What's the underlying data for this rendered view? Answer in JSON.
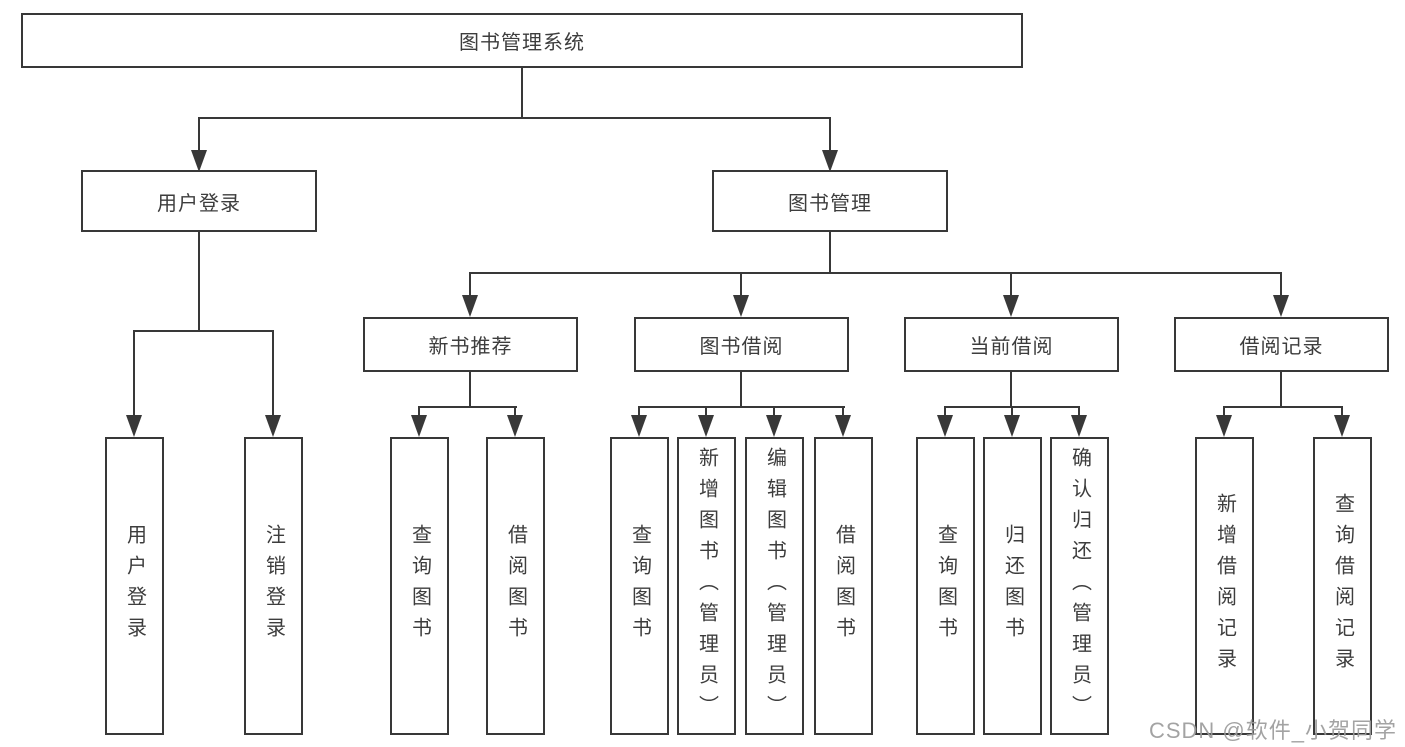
{
  "tree": {
    "label": "图书管理系统",
    "children": [
      {
        "label": "用户登录",
        "children": [
          {
            "label": "用户登录"
          },
          {
            "label": "注销登录"
          }
        ]
      },
      {
        "label": "图书管理",
        "children": [
          {
            "label": "新书推荐",
            "children": [
              {
                "label": "查询图书"
              },
              {
                "label": "借阅图书"
              }
            ]
          },
          {
            "label": "图书借阅",
            "children": [
              {
                "label": "查询图书"
              },
              {
                "label": "新增图书（管理员）"
              },
              {
                "label": "编辑图书（管理员）"
              },
              {
                "label": "借阅图书"
              }
            ]
          },
          {
            "label": "当前借阅",
            "children": [
              {
                "label": "查询图书"
              },
              {
                "label": "归还图书"
              },
              {
                "label": "确认归还（管理员）"
              }
            ]
          },
          {
            "label": "借阅记录",
            "children": [
              {
                "label": "新增借阅记录"
              },
              {
                "label": "查询借阅记录"
              }
            ]
          }
        ]
      }
    ]
  },
  "watermark": "CSDN @软件_小贺同学",
  "colors": {
    "line": "#383838",
    "text": "#3d3d3d",
    "background": "#ffffff",
    "watermark": "#9b9b9b"
  }
}
